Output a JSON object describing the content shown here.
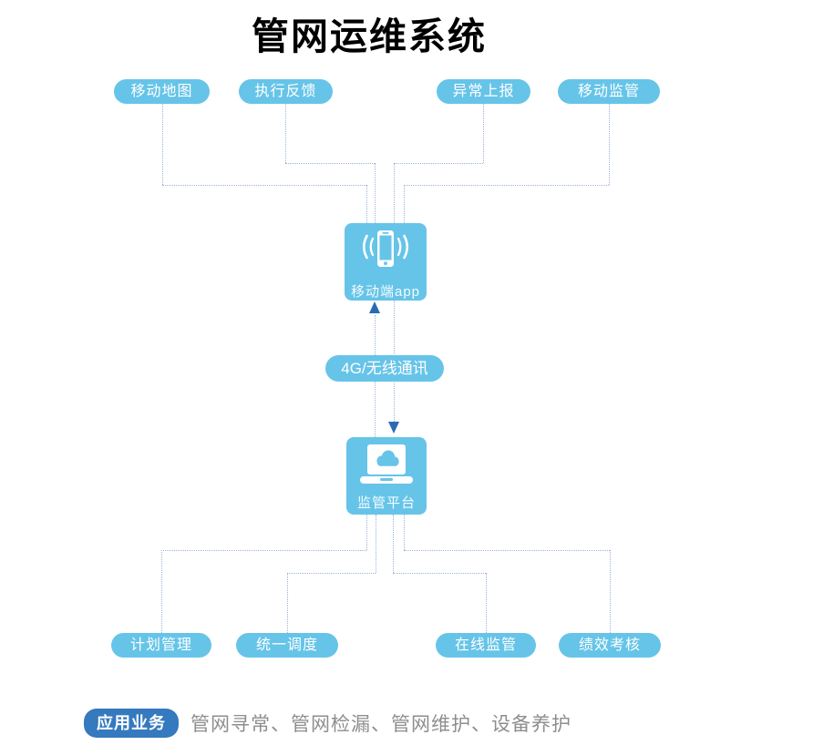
{
  "title": "管网运维系统",
  "top_nodes": [
    {
      "label": "移动地图"
    },
    {
      "label": "执行反馈"
    },
    {
      "label": "异常上报"
    },
    {
      "label": "移动监管"
    }
  ],
  "center": {
    "mobile_app": {
      "label": "移动端app",
      "icon": "smartphone-signal-icon"
    },
    "link": {
      "label": "4G/无线通讯",
      "up_arrow": "up-arrow-icon",
      "down_arrow": "down-arrow-icon"
    },
    "platform": {
      "label": "监管平台",
      "icon": "laptop-cloud-icon"
    }
  },
  "bottom_nodes": [
    {
      "label": "计划管理"
    },
    {
      "label": "统一调度"
    },
    {
      "label": "在线监管"
    },
    {
      "label": "绩效考核"
    }
  ],
  "footer": {
    "badge": "应用业务",
    "items": "管网寻常、管网检漏、管网维护、设备养护"
  },
  "colors": {
    "node_blue": "#66c4e8",
    "badge_blue": "#3579be",
    "arrow_blue": "#2a6cb4",
    "connector": "#9cb3d6",
    "footer_text": "#8e8e8e",
    "title_black": "#000000"
  }
}
